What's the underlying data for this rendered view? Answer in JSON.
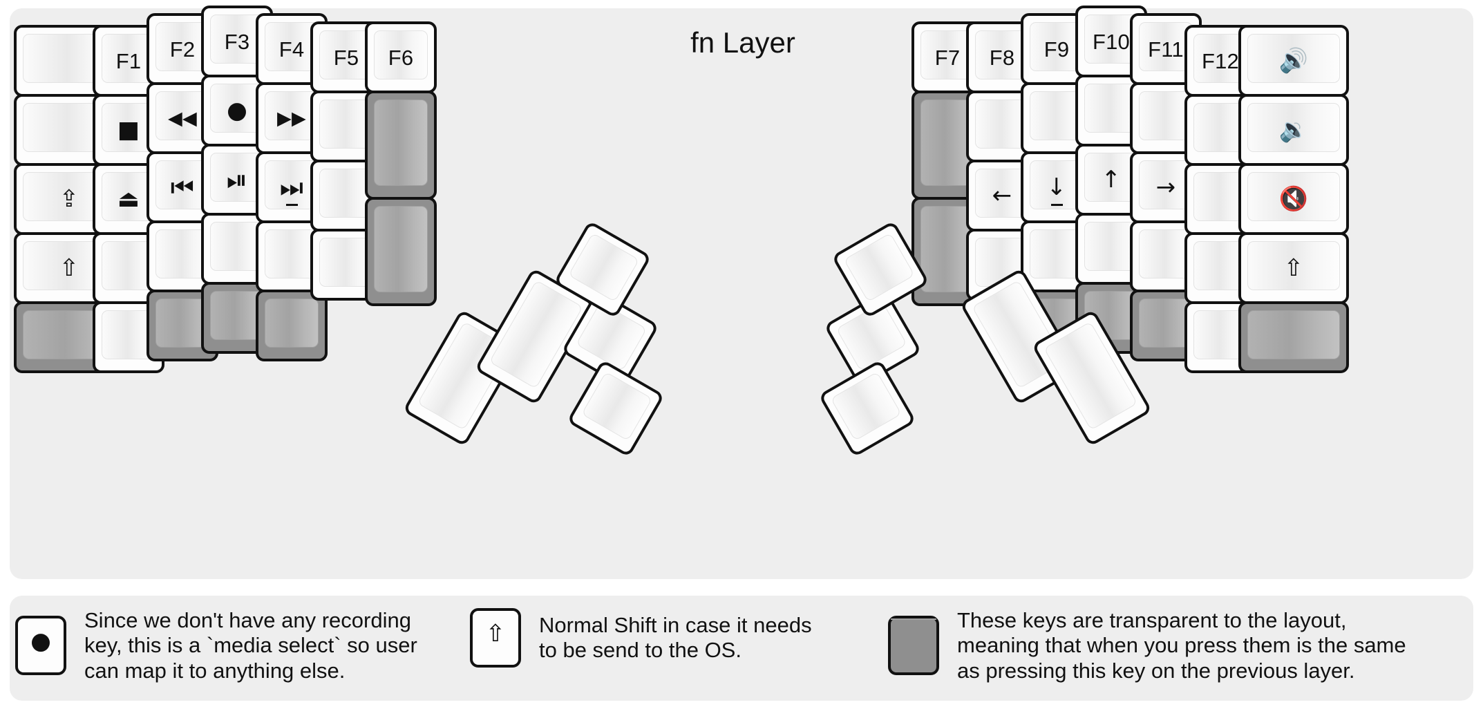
{
  "title": "fn Layer",
  "colors": {
    "background": "#eeeeee",
    "key_fill": "#fdfdfd",
    "key_border": "#111111",
    "transparent_key_fill": "#8f8f8f",
    "text": "#111111"
  },
  "glyphs": {
    "shift": "⇧",
    "caps_lock": "⇪",
    "stop": "■",
    "eject": "⏏",
    "record": "●",
    "rewind": "◀◀",
    "fast_forward": "▶▶",
    "prev_track": "⏮",
    "play_pause": "⏯",
    "next_track": "⏭",
    "arrow_left": "←",
    "arrow_down": "↓",
    "arrow_up": "↑",
    "arrow_right": "→",
    "volume_up": "🔊",
    "volume_down": "🔉",
    "volume_mute": "🔇"
  },
  "left_half": {
    "columns": [
      {
        "name": "pinky-outer",
        "keys": [
          {
            "label": "",
            "icon": "blank",
            "transparent": false
          },
          {
            "label": "",
            "icon": "blank",
            "transparent": false
          },
          {
            "label": "⇪",
            "icon": "caps-lock-icon",
            "transparent": false
          },
          {
            "label": "⇧",
            "icon": "shift-icon",
            "transparent": false
          },
          {
            "label": "",
            "icon": "blank",
            "transparent": true
          }
        ]
      },
      {
        "name": "pinky",
        "keys": [
          {
            "label": "F1",
            "icon": "",
            "transparent": false
          },
          {
            "label": "■",
            "icon": "stop-icon",
            "transparent": false
          },
          {
            "label": "⏏",
            "icon": "eject-icon",
            "transparent": false
          },
          {
            "label": "",
            "icon": "blank",
            "transparent": false
          },
          {
            "label": "",
            "icon": "blank",
            "transparent": false
          }
        ]
      },
      {
        "name": "ring",
        "keys": [
          {
            "label": "F2",
            "icon": "",
            "transparent": false
          },
          {
            "label": "◀◀",
            "icon": "rewind-icon",
            "transparent": false
          },
          {
            "label": "⏮",
            "icon": "prev-track-icon",
            "transparent": false
          },
          {
            "label": "",
            "icon": "blank",
            "transparent": false
          },
          {
            "label": "",
            "icon": "blank",
            "transparent": true
          }
        ]
      },
      {
        "name": "middle",
        "keys": [
          {
            "label": "F3",
            "icon": "",
            "transparent": false
          },
          {
            "label": "●",
            "icon": "record-icon",
            "transparent": false
          },
          {
            "label": "⏯",
            "icon": "play-pause-icon",
            "transparent": false
          },
          {
            "label": "",
            "icon": "blank",
            "transparent": false
          },
          {
            "label": "",
            "icon": "blank",
            "transparent": true
          }
        ]
      },
      {
        "name": "index",
        "keys": [
          {
            "label": "F4",
            "icon": "",
            "transparent": false
          },
          {
            "label": "▶▶",
            "icon": "fast-forward-icon",
            "transparent": false
          },
          {
            "label": "⏭",
            "icon": "next-track-icon",
            "transparent": false
          },
          {
            "label": "",
            "icon": "blank",
            "transparent": false
          },
          {
            "label": "",
            "icon": "blank",
            "transparent": true
          }
        ]
      },
      {
        "name": "inner",
        "keys": [
          {
            "label": "F5",
            "icon": "",
            "transparent": false
          },
          {
            "label": "",
            "icon": "blank",
            "transparent": false
          },
          {
            "label": "",
            "icon": "blank",
            "transparent": false
          },
          {
            "label": "",
            "icon": "blank",
            "transparent": false
          }
        ]
      },
      {
        "name": "innermost",
        "keys": [
          {
            "label": "F6",
            "icon": "",
            "transparent": false
          },
          {
            "label": "",
            "icon": "blank",
            "transparent": true
          },
          {
            "label": "",
            "icon": "blank",
            "transparent": true
          }
        ]
      }
    ],
    "thumb_cluster": [
      {
        "label": "",
        "icon": "blank",
        "transparent": false,
        "size": "tall"
      },
      {
        "label": "",
        "icon": "blank",
        "transparent": false,
        "size": "tall"
      },
      {
        "label": "",
        "icon": "blank",
        "transparent": false,
        "size": "small"
      },
      {
        "label": "",
        "icon": "blank",
        "transparent": false,
        "size": "small"
      },
      {
        "label": "",
        "icon": "blank",
        "transparent": false,
        "size": "small"
      }
    ]
  },
  "right_half": {
    "columns": [
      {
        "name": "innermost",
        "keys": [
          {
            "label": "F7",
            "icon": "",
            "transparent": false
          },
          {
            "label": "",
            "icon": "blank",
            "transparent": true
          },
          {
            "label": "",
            "icon": "blank",
            "transparent": true
          }
        ]
      },
      {
        "name": "inner",
        "keys": [
          {
            "label": "F8",
            "icon": "",
            "transparent": false
          },
          {
            "label": "",
            "icon": "blank",
            "transparent": false
          },
          {
            "label": "←",
            "icon": "arrow-left-icon",
            "transparent": false
          },
          {
            "label": "",
            "icon": "blank",
            "transparent": false
          }
        ]
      },
      {
        "name": "index",
        "keys": [
          {
            "label": "F9",
            "icon": "",
            "transparent": false
          },
          {
            "label": "",
            "icon": "blank",
            "transparent": false
          },
          {
            "label": "↓",
            "icon": "arrow-down-icon",
            "transparent": false
          },
          {
            "label": "",
            "icon": "blank",
            "transparent": false
          },
          {
            "label": "",
            "icon": "blank",
            "transparent": true
          }
        ]
      },
      {
        "name": "middle",
        "keys": [
          {
            "label": "F10",
            "icon": "",
            "transparent": false
          },
          {
            "label": "",
            "icon": "blank",
            "transparent": false
          },
          {
            "label": "↑",
            "icon": "arrow-up-icon",
            "transparent": false
          },
          {
            "label": "",
            "icon": "blank",
            "transparent": false
          },
          {
            "label": "",
            "icon": "blank",
            "transparent": true
          }
        ]
      },
      {
        "name": "ring",
        "keys": [
          {
            "label": "F11",
            "icon": "",
            "transparent": false
          },
          {
            "label": "",
            "icon": "blank",
            "transparent": false
          },
          {
            "label": "→",
            "icon": "arrow-right-icon",
            "transparent": false
          },
          {
            "label": "",
            "icon": "blank",
            "transparent": false
          },
          {
            "label": "",
            "icon": "blank",
            "transparent": true
          }
        ]
      },
      {
        "name": "pinky",
        "keys": [
          {
            "label": "F12",
            "icon": "",
            "transparent": false
          },
          {
            "label": "",
            "icon": "blank",
            "transparent": false
          },
          {
            "label": "",
            "icon": "blank",
            "transparent": false
          },
          {
            "label": "",
            "icon": "blank",
            "transparent": false
          },
          {
            "label": "",
            "icon": "blank",
            "transparent": false
          }
        ]
      },
      {
        "name": "pinky-outer",
        "keys": [
          {
            "label": "🔊",
            "icon": "volume-up-icon",
            "transparent": false
          },
          {
            "label": "🔉",
            "icon": "volume-down-icon",
            "transparent": false
          },
          {
            "label": "🔇",
            "icon": "volume-mute-icon",
            "transparent": false
          },
          {
            "label": "⇧",
            "icon": "shift-icon",
            "transparent": false
          },
          {
            "label": "",
            "icon": "blank",
            "transparent": true
          }
        ]
      }
    ],
    "thumb_cluster": [
      {
        "label": "",
        "icon": "blank",
        "transparent": false,
        "size": "small"
      },
      {
        "label": "",
        "icon": "blank",
        "transparent": false,
        "size": "small"
      },
      {
        "label": "",
        "icon": "blank",
        "transparent": false,
        "size": "small"
      },
      {
        "label": "",
        "icon": "blank",
        "transparent": false,
        "size": "tall"
      },
      {
        "label": "",
        "icon": "blank",
        "transparent": false,
        "size": "tall"
      }
    ]
  },
  "legend": [
    {
      "key_glyph": "●",
      "key_icon": "record-icon",
      "transparent": false,
      "text": "Since we don't have any recording\nkey, this is a `media select` so user\ncan map it to anything else."
    },
    {
      "key_glyph": "⇧",
      "key_icon": "shift-icon",
      "transparent": false,
      "text": "Normal Shift in case it needs\nto be send to the OS."
    },
    {
      "key_glyph": "",
      "key_icon": "transparent-key-icon",
      "transparent": true,
      "text": "These keys are transparent to the layout,\nmeaning that when you press them is the same\nas pressing this key on the previous layer."
    }
  ]
}
